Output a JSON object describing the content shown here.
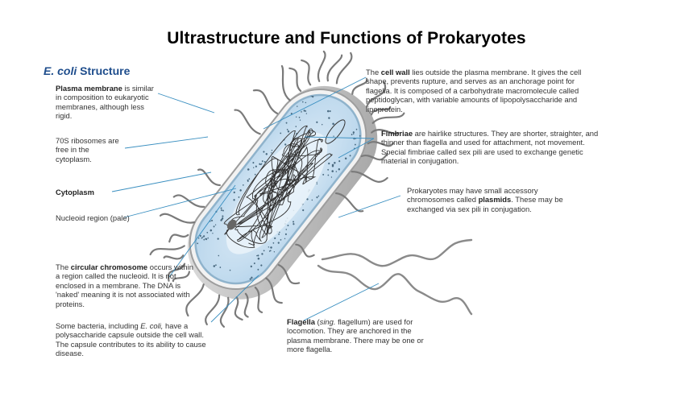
{
  "title": "Ultrastructure and Functions of Prokaryotes",
  "subtitle": {
    "italic": "E. coli",
    "rest": " Structure"
  },
  "labels": {
    "plasma_membrane": {
      "bold": "Plasma membrane",
      "text": " is similar in composition to eukaryotic membranes, although less rigid."
    },
    "ribosomes": {
      "text": "70S ribosomes are free in the cytoplasm."
    },
    "cytoplasm": {
      "bold": "Cytoplasm"
    },
    "nucleoid": {
      "text": "Nucleoid region (pale)"
    },
    "chromosome": {
      "pre": "The ",
      "bold": "circular chromosome",
      "text": " occurs within a region called the nucleoid. It is not enclosed in a membrane. The DNA is 'naked' meaning it is not associated with proteins."
    },
    "capsule": {
      "pre": "Some bacteria, including ",
      "italic": "E. coli,",
      "text": " have a polysaccharide capsule outside the cell wall. The capsule contributes to its ability to cause disease."
    },
    "cell_wall": {
      "pre": "The ",
      "bold": "cell wall",
      "text": " lies outside the plasma membrane. It gives the cell shape, prevents rupture, and serves as an anchorage point for flagella. It is composed of a carbohydrate macromolecule called peptidoglycan, with variable amounts of lipopolysaccharide and lipoprotein."
    },
    "fimbriae": {
      "bold": "Fimbriae",
      "text": " are hairlike structures. They are shorter, straighter, and thinner than flagella and used for attachment, not movement. Special fimbriae called sex pili are used to exchange genetic material in conjugation."
    },
    "plasmids": {
      "pre": "Prokaryotes may have small accessory chromosomes called ",
      "bold": "plasmids",
      "text": ". These may be exchanged via sex pili in conjugation."
    },
    "flagella": {
      "bold": "Flagella",
      "pre2": " (",
      "italic": "sing.",
      "text": " flagellum) are used for locomotion. They are anchored in the plasma membrane. There may be one or more flagella."
    }
  },
  "colors": {
    "leader_line": "#3a8fc0",
    "cytoplasm": "#cfe3f1",
    "capsule": "#c8c8c8",
    "dna": "#333333",
    "pili": "#7a7a7a",
    "heading": "#1e4d8c"
  }
}
